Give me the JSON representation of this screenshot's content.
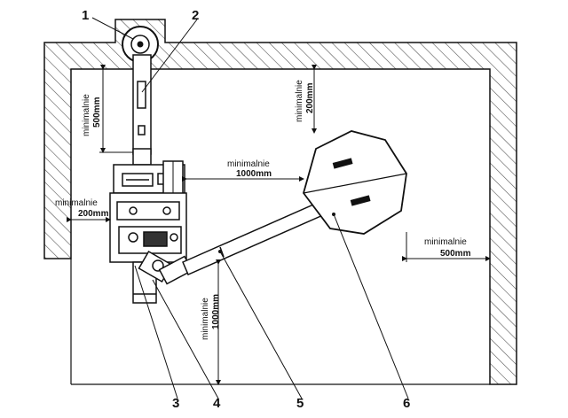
{
  "callouts": [
    {
      "id": "1",
      "text": "1"
    },
    {
      "id": "2",
      "text": "2"
    },
    {
      "id": "3",
      "text": "3"
    },
    {
      "id": "4",
      "text": "4"
    },
    {
      "id": "5",
      "text": "5"
    },
    {
      "id": "6",
      "text": "6"
    }
  ],
  "clearances": {
    "back_wall": {
      "word": "minimalnie",
      "value": "500mm"
    },
    "left_wall": {
      "word": "minimalnie",
      "value": "200mm"
    },
    "between_units": {
      "word": "minimalnie",
      "value": "1000mm"
    },
    "front_floor": {
      "word": "minimalnie",
      "value": "1000mm"
    },
    "tank_top": {
      "word": "minimalnie",
      "value": "200mm"
    },
    "tank_right": {
      "word": "minimalnie",
      "value": "500mm"
    }
  },
  "colors": {
    "line": "#111111",
    "hatch": "#555555",
    "bg": "#ffffff"
  }
}
